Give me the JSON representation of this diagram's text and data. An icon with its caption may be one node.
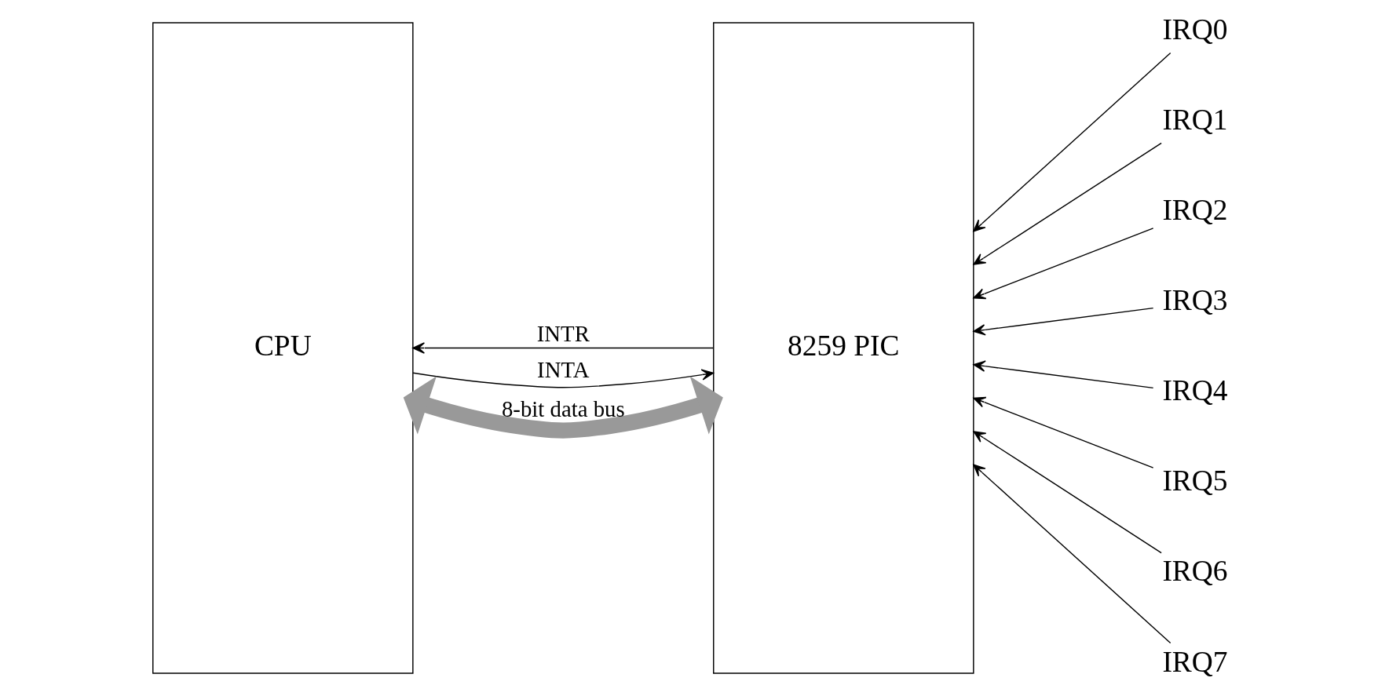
{
  "diagram": {
    "nodes": [
      {
        "text": [
          "CPU"
        ]
      },
      {
        "text": [
          "8259 PIC"
        ]
      },
      {
        "text": [
          "IRQ0"
        ]
      },
      {
        "text": [
          "IRQ1"
        ]
      },
      {
        "text": [
          "IRQ2"
        ]
      },
      {
        "text": [
          "IRQ3"
        ]
      },
      {
        "text": [
          "IRQ4"
        ]
      },
      {
        "text": [
          "IRQ5"
        ]
      },
      {
        "text": [
          "IRQ6"
        ]
      },
      {
        "text": [
          "IRQ7"
        ]
      }
    ],
    "edges": [
      {
        "from": 1,
        "to": 0,
        "arrow": "to",
        "label": "INTR"
      },
      {
        "from": 0,
        "to": 1,
        "arrow": "to",
        "label": "INTA"
      },
      {
        "from": 0,
        "to": 1,
        "arrow": "both",
        "label": "8-bit data bus",
        "style": "thick",
        "color": "#999999"
      },
      {
        "from": 2,
        "to": 1,
        "arrow": "to"
      },
      {
        "from": 3,
        "to": 1,
        "arrow": "to"
      },
      {
        "from": 4,
        "to": 1,
        "arrow": "to"
      },
      {
        "from": 5,
        "to": 1,
        "arrow": "to"
      },
      {
        "from": 6,
        "to": 1,
        "arrow": "to"
      },
      {
        "from": 7,
        "to": 1,
        "arrow": "to"
      },
      {
        "from": 8,
        "to": 1,
        "arrow": "to"
      },
      {
        "from": 9,
        "to": 1,
        "arrow": "to"
      }
    ]
  }
}
